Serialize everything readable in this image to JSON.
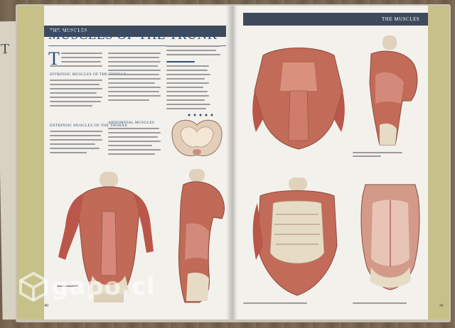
{
  "page_left": {
    "section": "THE MUSCLES",
    "title": "MUSCLES OF THE TRUNK",
    "subheads": [
      "INTRINSIC MUSCLES OF THE THORAX",
      "EXTRINSIC MUSCLES OF THE THORAX",
      "ABDOMINAL MUSCLES"
    ],
    "page_number": "40"
  },
  "page_right": {
    "section": "THE MUSCLES",
    "page_number": "41"
  },
  "watermark": {
    "text": "gapo.cl"
  },
  "colors": {
    "heading_blue": "#2f4d7a",
    "band_olive": "#c7c089",
    "muscle_red": "#b9574a",
    "bone_cream": "#e6dcc6"
  }
}
